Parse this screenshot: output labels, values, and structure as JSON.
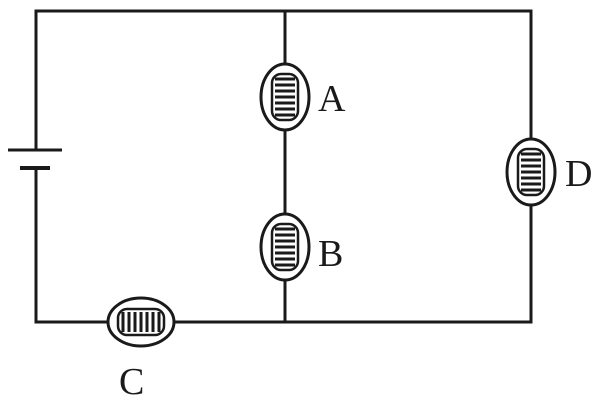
{
  "diagram": {
    "type": "circuit",
    "components": {
      "battery": {
        "kind": "cell"
      },
      "bulb_a": {
        "label": "A",
        "kind": "light bulb"
      },
      "bulb_b": {
        "label": "B",
        "kind": "light bulb"
      },
      "bulb_c": {
        "label": "C",
        "kind": "light bulb"
      },
      "bulb_d": {
        "label": "D",
        "kind": "light bulb"
      }
    },
    "line_color": "#1a1a1a"
  }
}
